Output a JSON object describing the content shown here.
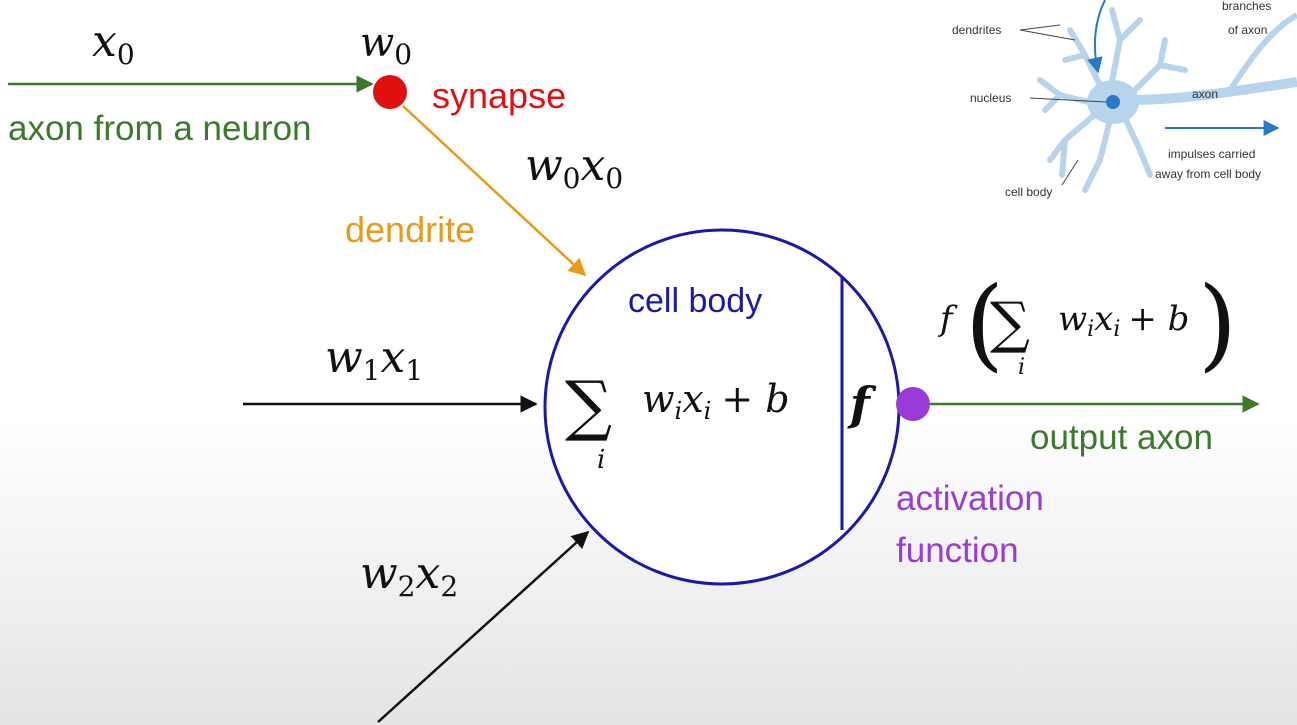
{
  "colors": {
    "axon_green": "#3a7a2a",
    "synapse_red": "#e01010",
    "dendrite_orange": "#e89a18",
    "cell_blue": "#1a1aa8",
    "activation_purple": "#9a3ad8",
    "ink": "#111111",
    "inset_cell": "#b8d4ec",
    "inset_arrow": "#2a78c8"
  },
  "input0": {
    "x_sym": "x",
    "x_sub": "0",
    "w_sym": "w",
    "w_sub": "0",
    "axon_label": "axon from a neuron",
    "synapse_label": "synapse",
    "product_w": "w",
    "product_w_sub": "0",
    "product_x": "x",
    "product_x_sub": "0",
    "dendrite_label": "dendrite"
  },
  "input1": {
    "w": "w",
    "w_sub": "1",
    "x": "x",
    "x_sub": "1"
  },
  "input2": {
    "w": "w",
    "w_sub": "2",
    "x": "x",
    "x_sub": "2"
  },
  "cell": {
    "label": "cell body",
    "sigma": "∑",
    "sigma_index": "i",
    "term_w": "w",
    "term_w_sub": "i",
    "term_x": "x",
    "term_x_sub": "i",
    "plus_b": "+ b",
    "f_symbol": "f"
  },
  "output": {
    "f": "f",
    "open_paren": "(",
    "close_paren": ")",
    "sigma": "∑",
    "sigma_index": "i",
    "term_w": "w",
    "term_w_sub": "i",
    "term_x": "x",
    "term_x_sub": "i",
    "plus_b": "+ b",
    "axon_label": "output axon",
    "activation_line1": "activation",
    "activation_line2": "function"
  },
  "inset": {
    "dendrites": "dendrites",
    "branches_line1": "branches",
    "branches_line2": "of axon",
    "nucleus": "nucleus",
    "axon": "axon",
    "impulses_line1": "impulses carried",
    "impulses_line2": "away from cell body",
    "cell_body": "cell body"
  }
}
